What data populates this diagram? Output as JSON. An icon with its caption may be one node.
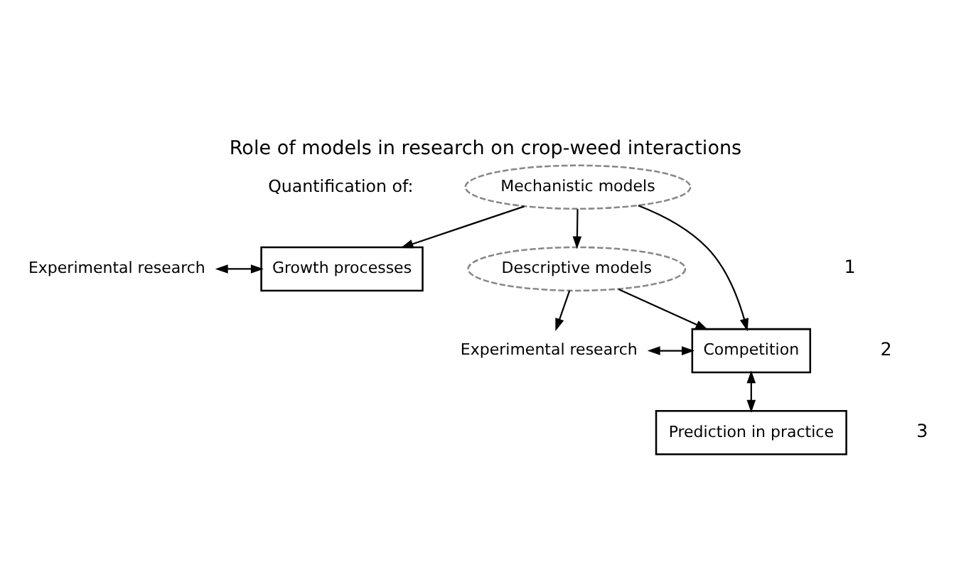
{
  "diagram": {
    "title": "Role of models in research on crop-weed interactions",
    "nodes": [
      {
        "text": [
          "Experimental research"
        ]
      },
      {
        "text": [
          "Growth processes"
        ]
      },
      {
        "text": [
          "Mechanistic models"
        ]
      },
      {
        "text": [
          "Experimental research"
        ]
      },
      {
        "text": [
          "Competition"
        ]
      },
      {
        "text": [
          "Descriptive models"
        ]
      },
      {
        "text": [
          "Prediction in practice"
        ]
      }
    ],
    "edges": [
      {
        "from": 0,
        "to": 1,
        "arrow": "both"
      },
      {
        "from": 2,
        "to": 1,
        "arrow": "to"
      },
      {
        "from": 2,
        "to": 4,
        "arrow": "to"
      },
      {
        "from": 2,
        "to": 5,
        "arrow": "to"
      },
      {
        "from": 3,
        "to": 4,
        "arrow": "both"
      },
      {
        "from": 5,
        "to": 3,
        "arrow": "to"
      },
      {
        "from": 5,
        "to": 4,
        "arrow": "to"
      },
      {
        "from": 4,
        "to": 6,
        "arrow": "both"
      }
    ],
    "labels": [
      "Quantification of:",
      "1",
      "2",
      "3"
    ]
  }
}
